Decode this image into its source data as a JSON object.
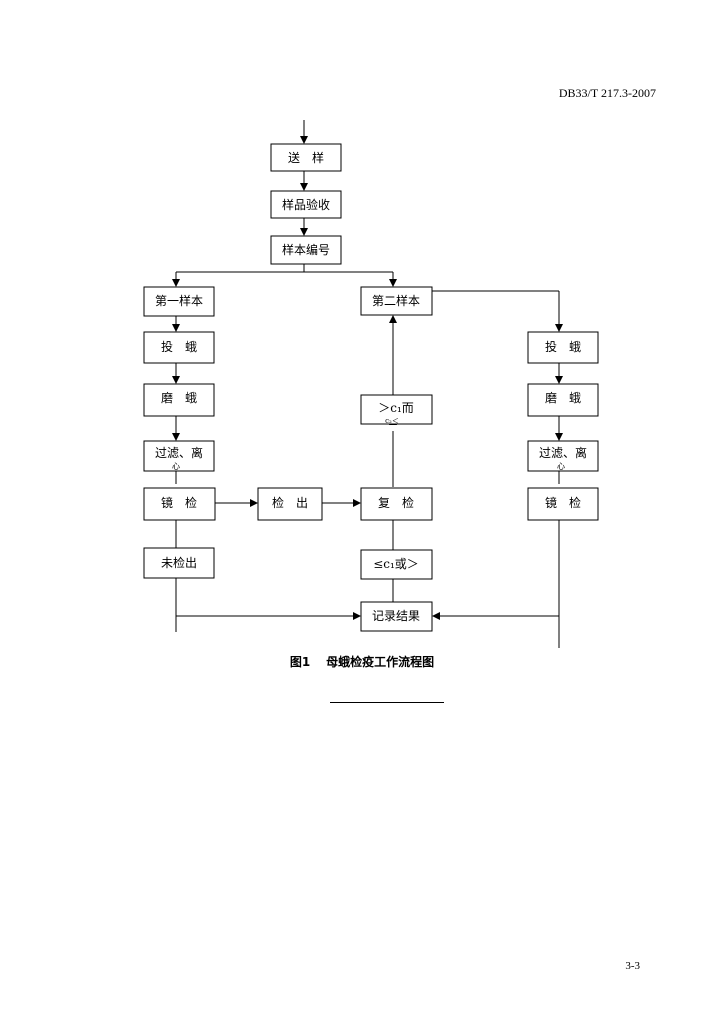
{
  "header": {
    "standard_number": "DB33/T 217.3-2007"
  },
  "flowchart": {
    "send_sample": "送　样",
    "sample_acceptance": "样品验收",
    "sample_numbering": "样本编号",
    "first_sample": "第一样本",
    "second_sample": "第二样本",
    "left_column": {
      "put_moth": "投　蛾",
      "grind_moth": "磨　蛾",
      "filter_centrifuge": "过滤、离",
      "filter_centrifuge_tail": "心",
      "microscopy": "镜　检",
      "not_detected": "未检出"
    },
    "middle": {
      "detected": "检　出",
      "recheck": "复　检",
      "greater_than_c1": "＞c₁而",
      "greater_than_c1_tail": "c₂＜",
      "le_c1_or": "≤c₁或＞",
      "record_results": "记录结果"
    },
    "right_column": {
      "put_moth": "投　蛾",
      "grind_moth": "磨　蛾",
      "filter_centrifuge": "过滤、离",
      "filter_centrifuge_tail": "心",
      "microscopy": "镜　检"
    }
  },
  "caption": {
    "figure_number": "图1",
    "title": "母蛾检疫工作流程图"
  },
  "footer": {
    "page_number": "3-3"
  }
}
